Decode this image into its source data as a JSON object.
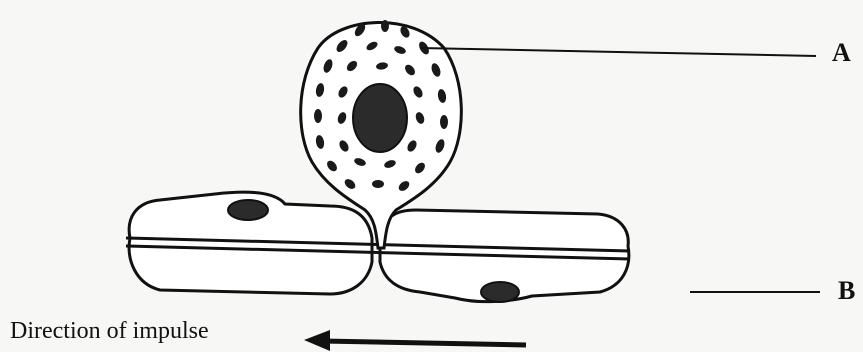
{
  "labels": {
    "a": "A",
    "b": "B"
  },
  "caption": {
    "direction_text": "Direction of impulse"
  },
  "colors": {
    "line": "#111111",
    "fill": "#ffffff",
    "dots": "#1a1a1a",
    "nucleus": "#2b2b2b"
  },
  "icons": {
    "impulse_arrow": "left-arrow"
  }
}
